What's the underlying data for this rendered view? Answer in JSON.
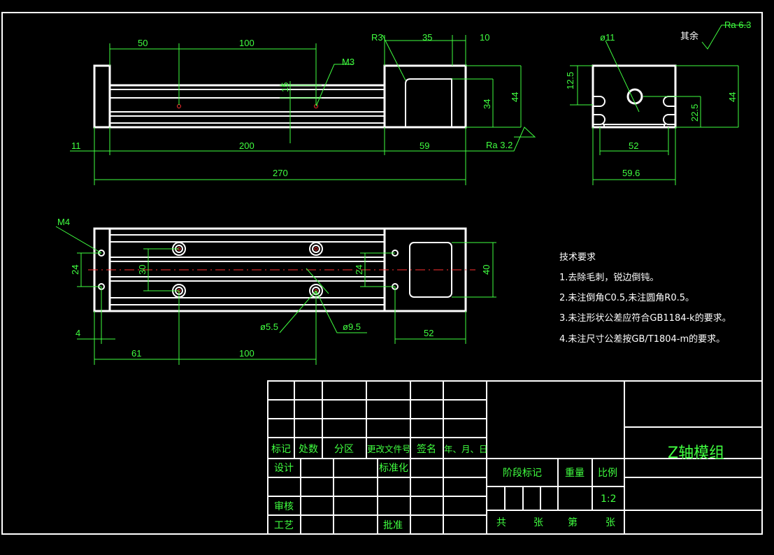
{
  "top_view": {
    "dims": {
      "d50": "50",
      "d100": "100",
      "r3": "R3",
      "d35": "35",
      "d10": "10",
      "m3": "M3",
      "d15": "15",
      "d34": "34",
      "d44": "44",
      "d11": "11",
      "d200": "200",
      "d59": "59",
      "d270": "270",
      "ra32": "Ra 3.2"
    }
  },
  "side_view": {
    "dims": {
      "phi11": "ø11",
      "d12_5": "12.5",
      "d44": "44",
      "d22_5": "22.5",
      "d52": "52",
      "d59_6": "59.6"
    },
    "roughness_other": "其余",
    "roughness_value": "Ra 6.3"
  },
  "bottom_view": {
    "dims": {
      "m4": "M4",
      "d24a": "24",
      "d30": "30",
      "d24b": "24",
      "d40": "40",
      "phi5_5": "ø5.5",
      "phi9_5": "ø9.5",
      "d52": "52",
      "d4": "4",
      "d61": "61",
      "d100": "100"
    }
  },
  "tech_notes": {
    "heading": "技术要求",
    "items": [
      "1.去除毛刺，锐边倒钝。",
      "2.未注倒角C0.5,未注圆角R0.5。",
      "3.未注形状公差应符合GB1184-k的要求。",
      "4.未注尺寸公差按GB/T1804-m的要求。"
    ]
  },
  "title_block": {
    "drawing_title": "Z轴模组",
    "rev_headers": [
      "标记",
      "处数",
      "分区",
      "更改文件号",
      "签名",
      "年、月、日"
    ],
    "design": "设计",
    "standardize": "标准化",
    "review": "审核",
    "process": "工艺",
    "approve": "批准",
    "stage_mark": "阶段标记",
    "weight": "重量",
    "scale_label": "比例",
    "scale_value": "1:2",
    "sheet_total": "共",
    "sheet_unit1": "张",
    "sheet_index": "第",
    "sheet_unit2": "张"
  },
  "colors": {
    "background": "#000000",
    "outline": "#ffffff",
    "dimension": "#40ff40",
    "centerline": "#ff3030"
  }
}
